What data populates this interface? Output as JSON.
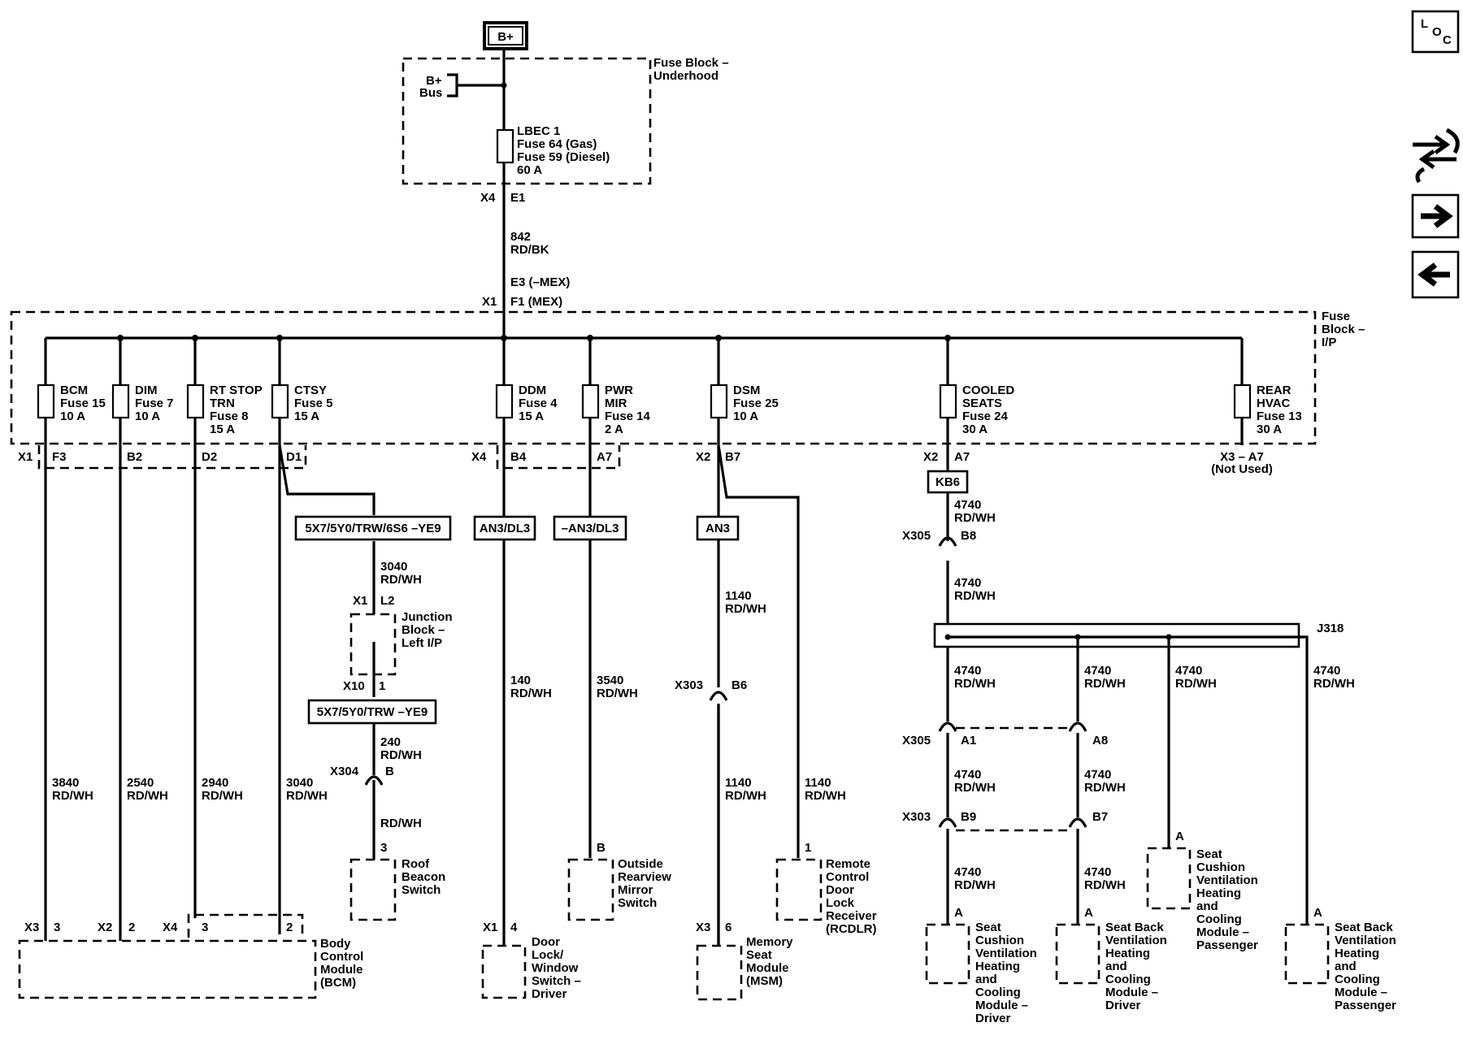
{
  "nav": {
    "loc_l": "L",
    "loc_o": "O",
    "loc_c": "C",
    "icons": [
      "location-icon",
      "exchange-icon",
      "forward-arrow-icon",
      "back-arrow-icon"
    ]
  },
  "source": "B+",
  "fuse_block_underhood": {
    "title": [
      "Fuse Block –",
      "Underhood"
    ],
    "bus": [
      "B+",
      "Bus"
    ],
    "fuse": [
      "LBEC 1",
      "Fuse 64 (Gas)",
      "Fuse 59 (Diesel)",
      "60 A"
    ],
    "conn": "X4",
    "pin": "E1"
  },
  "main_wire": [
    "842",
    "RD/BK"
  ],
  "ip_entry": {
    "pin1": "E3 (–MEX)",
    "conn": "X1",
    "pin2": "F1 (MEX)"
  },
  "fuse_block_ip": {
    "title": [
      "Fuse",
      "Block –",
      "I/P"
    ]
  },
  "fuses": [
    {
      "id": "bcm",
      "label": [
        "BCM",
        "Fuse 15",
        "10 A"
      ]
    },
    {
      "id": "dim",
      "label": [
        "DIM",
        "Fuse 7",
        "10 A"
      ]
    },
    {
      "id": "rtstop",
      "label": [
        "RT STOP",
        "TRN",
        "Fuse 8",
        "15 A"
      ]
    },
    {
      "id": "ctsy",
      "label": [
        "CTSY",
        "Fuse 5",
        "15 A"
      ]
    },
    {
      "id": "ddm",
      "label": [
        "DDM",
        "Fuse 4",
        "15 A"
      ]
    },
    {
      "id": "pwrmir",
      "label": [
        "PWR",
        "MIR",
        "Fuse 14",
        "2 A"
      ]
    },
    {
      "id": "dsm",
      "label": [
        "DSM",
        "Fuse 25",
        "10 A"
      ]
    },
    {
      "id": "cooled",
      "label": [
        "COOLED",
        "SEATS",
        "Fuse 24",
        "30 A"
      ]
    },
    {
      "id": "rearhvac",
      "label": [
        "REAR",
        "HVAC",
        "Fuse 13",
        "30 A"
      ]
    }
  ],
  "ip_conns": {
    "x1": "X1",
    "f3": "F3",
    "b2": "B2",
    "d2": "D2",
    "d1": "D1",
    "x4": "X4",
    "b4": "B4",
    "a7": "A7",
    "x2a": "X2",
    "b7": "B7",
    "x2b": "X2",
    "a7b": "A7",
    "x3": "X3 – A7",
    "notused": "(Not Used)"
  },
  "options": {
    "ctsy_top": "5X7/5Y0/TRW/6S6 –YE9",
    "ctsy_bottom": "5X7/5Y0/TRW –YE9",
    "ddm": "AN3/DL3",
    "pwrmir": "–AN3/DL3",
    "dsm": "AN3",
    "cooled": "KB6"
  },
  "wires": {
    "bcm": [
      "3840",
      "RD/WH"
    ],
    "dim": [
      "2540",
      "RD/WH"
    ],
    "rtstop": [
      "2940",
      "RD/WH"
    ],
    "ctsy": [
      "3040",
      "RD/WH"
    ],
    "ctsy_top": [
      "3040",
      "RD/WH"
    ],
    "ctsy_mid": [
      "240",
      "RD/WH"
    ],
    "ctsy_bottom": [
      "RD/WH"
    ],
    "ddm": [
      "140",
      "RD/WH"
    ],
    "pwrmir": [
      "3540",
      "RD/WH"
    ],
    "dsm_top": [
      "1140",
      "RD/WH"
    ],
    "dsm_bottom": [
      "1140",
      "RD/WH"
    ],
    "rcdlr": [
      "1140",
      "RD/WH"
    ],
    "cooled1": [
      "4740",
      "RD/WH"
    ],
    "cooled2": [
      "4740",
      "RD/WH"
    ],
    "j_a": [
      "4740",
      "RD/WH"
    ],
    "j_b": [
      "4740",
      "RD/WH"
    ],
    "j_c": [
      "4740",
      "RD/WH"
    ],
    "j_d": [
      "4740",
      "RD/WH"
    ],
    "s_a": [
      "4740",
      "RD/WH"
    ],
    "s_b": [
      "4740",
      "RD/WH"
    ],
    "d_a": [
      "4740",
      "RD/WH"
    ],
    "d_b": [
      "4740",
      "RD/WH"
    ]
  },
  "junction_block": {
    "label": [
      "Junction",
      "Block –",
      "Left I/P"
    ],
    "top_conn": "X1",
    "top_pin": "L2",
    "bot_conn": "X10",
    "bot_pin": "1"
  },
  "inline": {
    "x304": "X304",
    "x304_pin": "B",
    "x303_dsm": "X303",
    "x303_dsm_pin": "B6",
    "x305_top": "X305",
    "x305_top_pin": "B8",
    "x305_mid": "X305",
    "x305_a1": "A1",
    "x305_a8": "A8",
    "x303_seat": "X303",
    "x303_b9": "B9",
    "x303_b7": "B7"
  },
  "splice": "J318",
  "components": {
    "roof": {
      "pin": "3",
      "label": [
        "Roof",
        "Beacon",
        "Switch"
      ]
    },
    "mirror": {
      "pin": "B",
      "label": [
        "Outside",
        "Rearview",
        "Mirror",
        "Switch"
      ]
    },
    "rcdlr": {
      "pin": "1",
      "label": [
        "Remote",
        "Control",
        "Door",
        "Lock",
        "Receiver",
        "(RCDLR)"
      ]
    },
    "bcm": {
      "label": [
        "Body",
        "Control",
        "Module",
        "(BCM)"
      ],
      "x3": "X3",
      "p3": "3",
      "x2": "X2",
      "p2": "2",
      "x4": "X4",
      "p4a": "3",
      "p4b": "2"
    },
    "door": {
      "conn": "X1",
      "pin": "4",
      "label": [
        "Door",
        "Lock/",
        "Window",
        "Switch –",
        "Driver"
      ]
    },
    "msm": {
      "conn": "X3",
      "pin": "6",
      "label": [
        "Memory",
        "Seat",
        "Module",
        "(MSM)"
      ]
    },
    "seat_cush_drv": {
      "pin": "A",
      "label": [
        "Seat",
        "Cushion",
        "Ventilation",
        "Heating",
        "and",
        "Cooling",
        "Module –",
        "Driver"
      ]
    },
    "seat_back_drv": {
      "pin": "A",
      "label": [
        "Seat Back",
        "Ventilation",
        "Heating",
        "and",
        "Cooling",
        "Module –",
        "Driver"
      ]
    },
    "seat_cush_pass": {
      "pin": "A",
      "label": [
        "Seat",
        "Cushion",
        "Ventilation",
        "Heating",
        "and",
        "Cooling",
        "Module –",
        "Passenger"
      ]
    },
    "seat_back_pass": {
      "pin": "A",
      "label": [
        "Seat Back",
        "Ventilation",
        "Heating",
        "and",
        "Cooling",
        "Module –",
        "Passenger"
      ]
    }
  }
}
